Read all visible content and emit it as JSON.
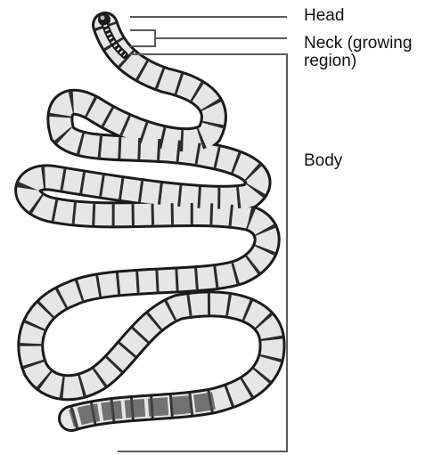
{
  "labels": {
    "head": "Head",
    "neck_line1": "Neck (growing",
    "neck_line2": "region)",
    "body": "Body"
  },
  "colors": {
    "ink": "#111111",
    "leader": "#5a5a5a",
    "segment_dark": "#3a3a3a",
    "segment_light": "#f2f2f2"
  }
}
